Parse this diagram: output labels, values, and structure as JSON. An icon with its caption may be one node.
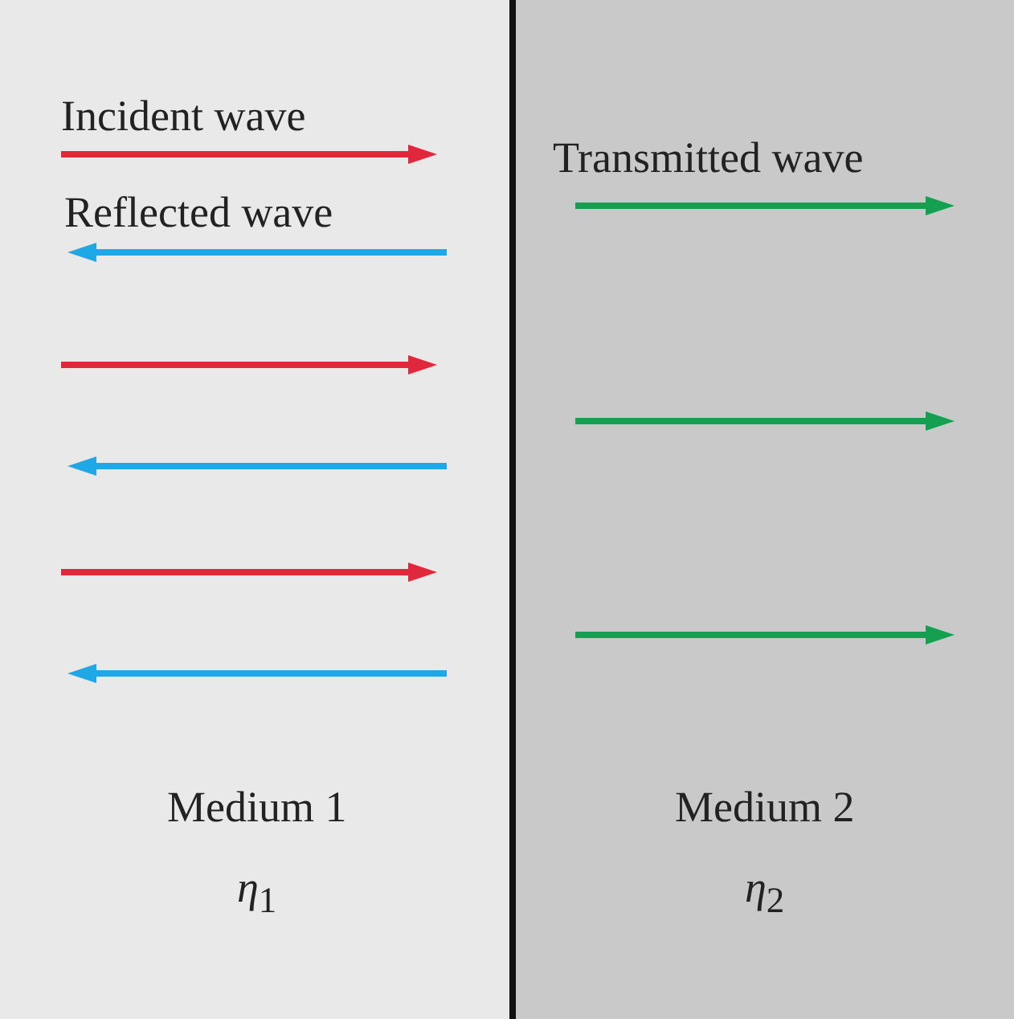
{
  "diagram": {
    "nodes": [
      {
        "text": [
          "Medium 1",
          "*η*$_{1}$"
        ]
      },
      {
        "text": [
          "Medium 2",
          "*η*$_{2}$"
        ]
      }
    ],
    "labels": [
      "Incident wave",
      "Reflected wave",
      "Transmitted wave"
    ]
  }
}
